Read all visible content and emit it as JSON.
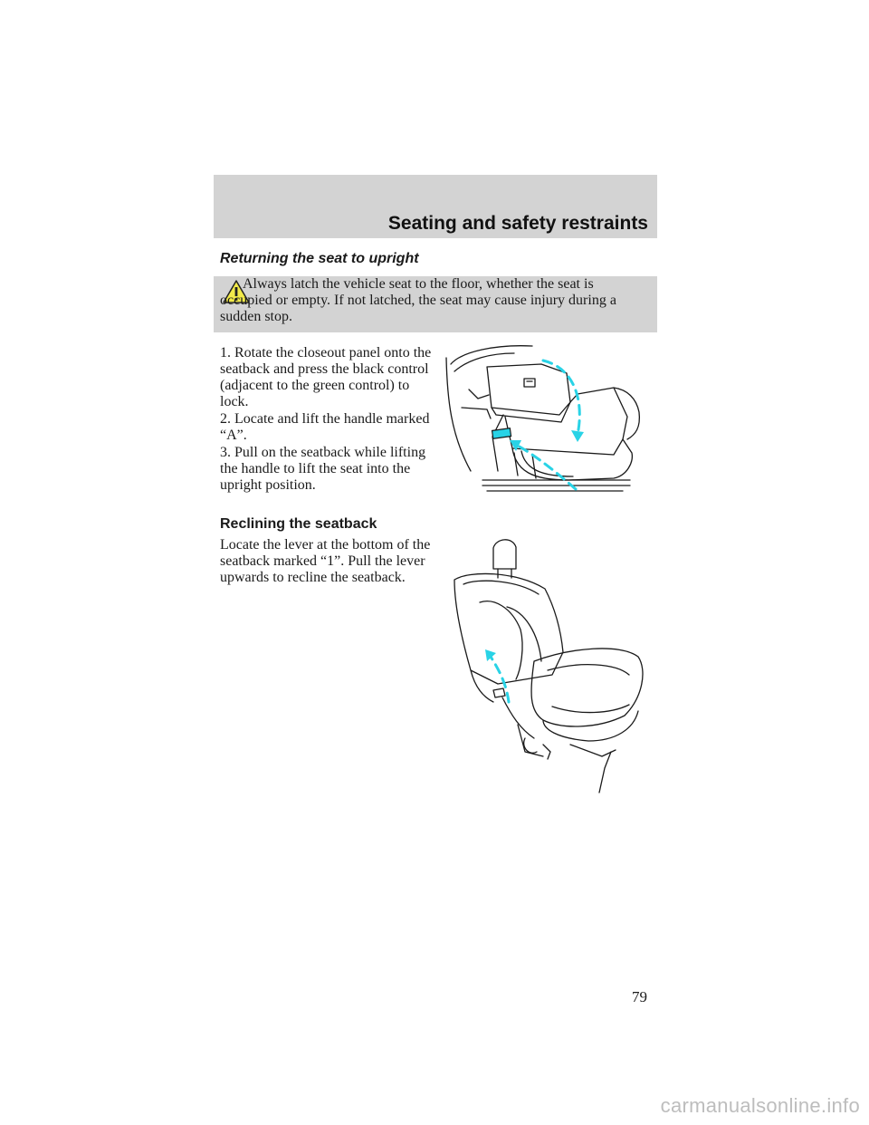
{
  "header": {
    "title": "Seating and safety restraints"
  },
  "section1": {
    "title": "Returning the seat to upright",
    "warning": {
      "icon": "warning-triangle-icon",
      "text": "Always latch the vehicle seat to the floor, whether the seat is occupied or empty. If not latched, the seat may cause injury during a sudden stop."
    },
    "steps": [
      "1. Rotate the closeout panel onto the seatback and press the black control (adjacent to the green control) to lock.",
      "2. Locate and lift the handle marked “A”.",
      "3. Pull on the seatback while lifting the handle to lift the seat into the upright position."
    ]
  },
  "section2": {
    "title": "Reclining the seatback",
    "body": "Locate the lever at the bottom of the seatback marked “1”. Pull the lever upwards to recline the seatback."
  },
  "colors": {
    "arrow": "#29d3e6",
    "band": "#d3d3d3"
  },
  "footer": {
    "page_number": "79",
    "watermark": "carmanualsonline.info"
  }
}
